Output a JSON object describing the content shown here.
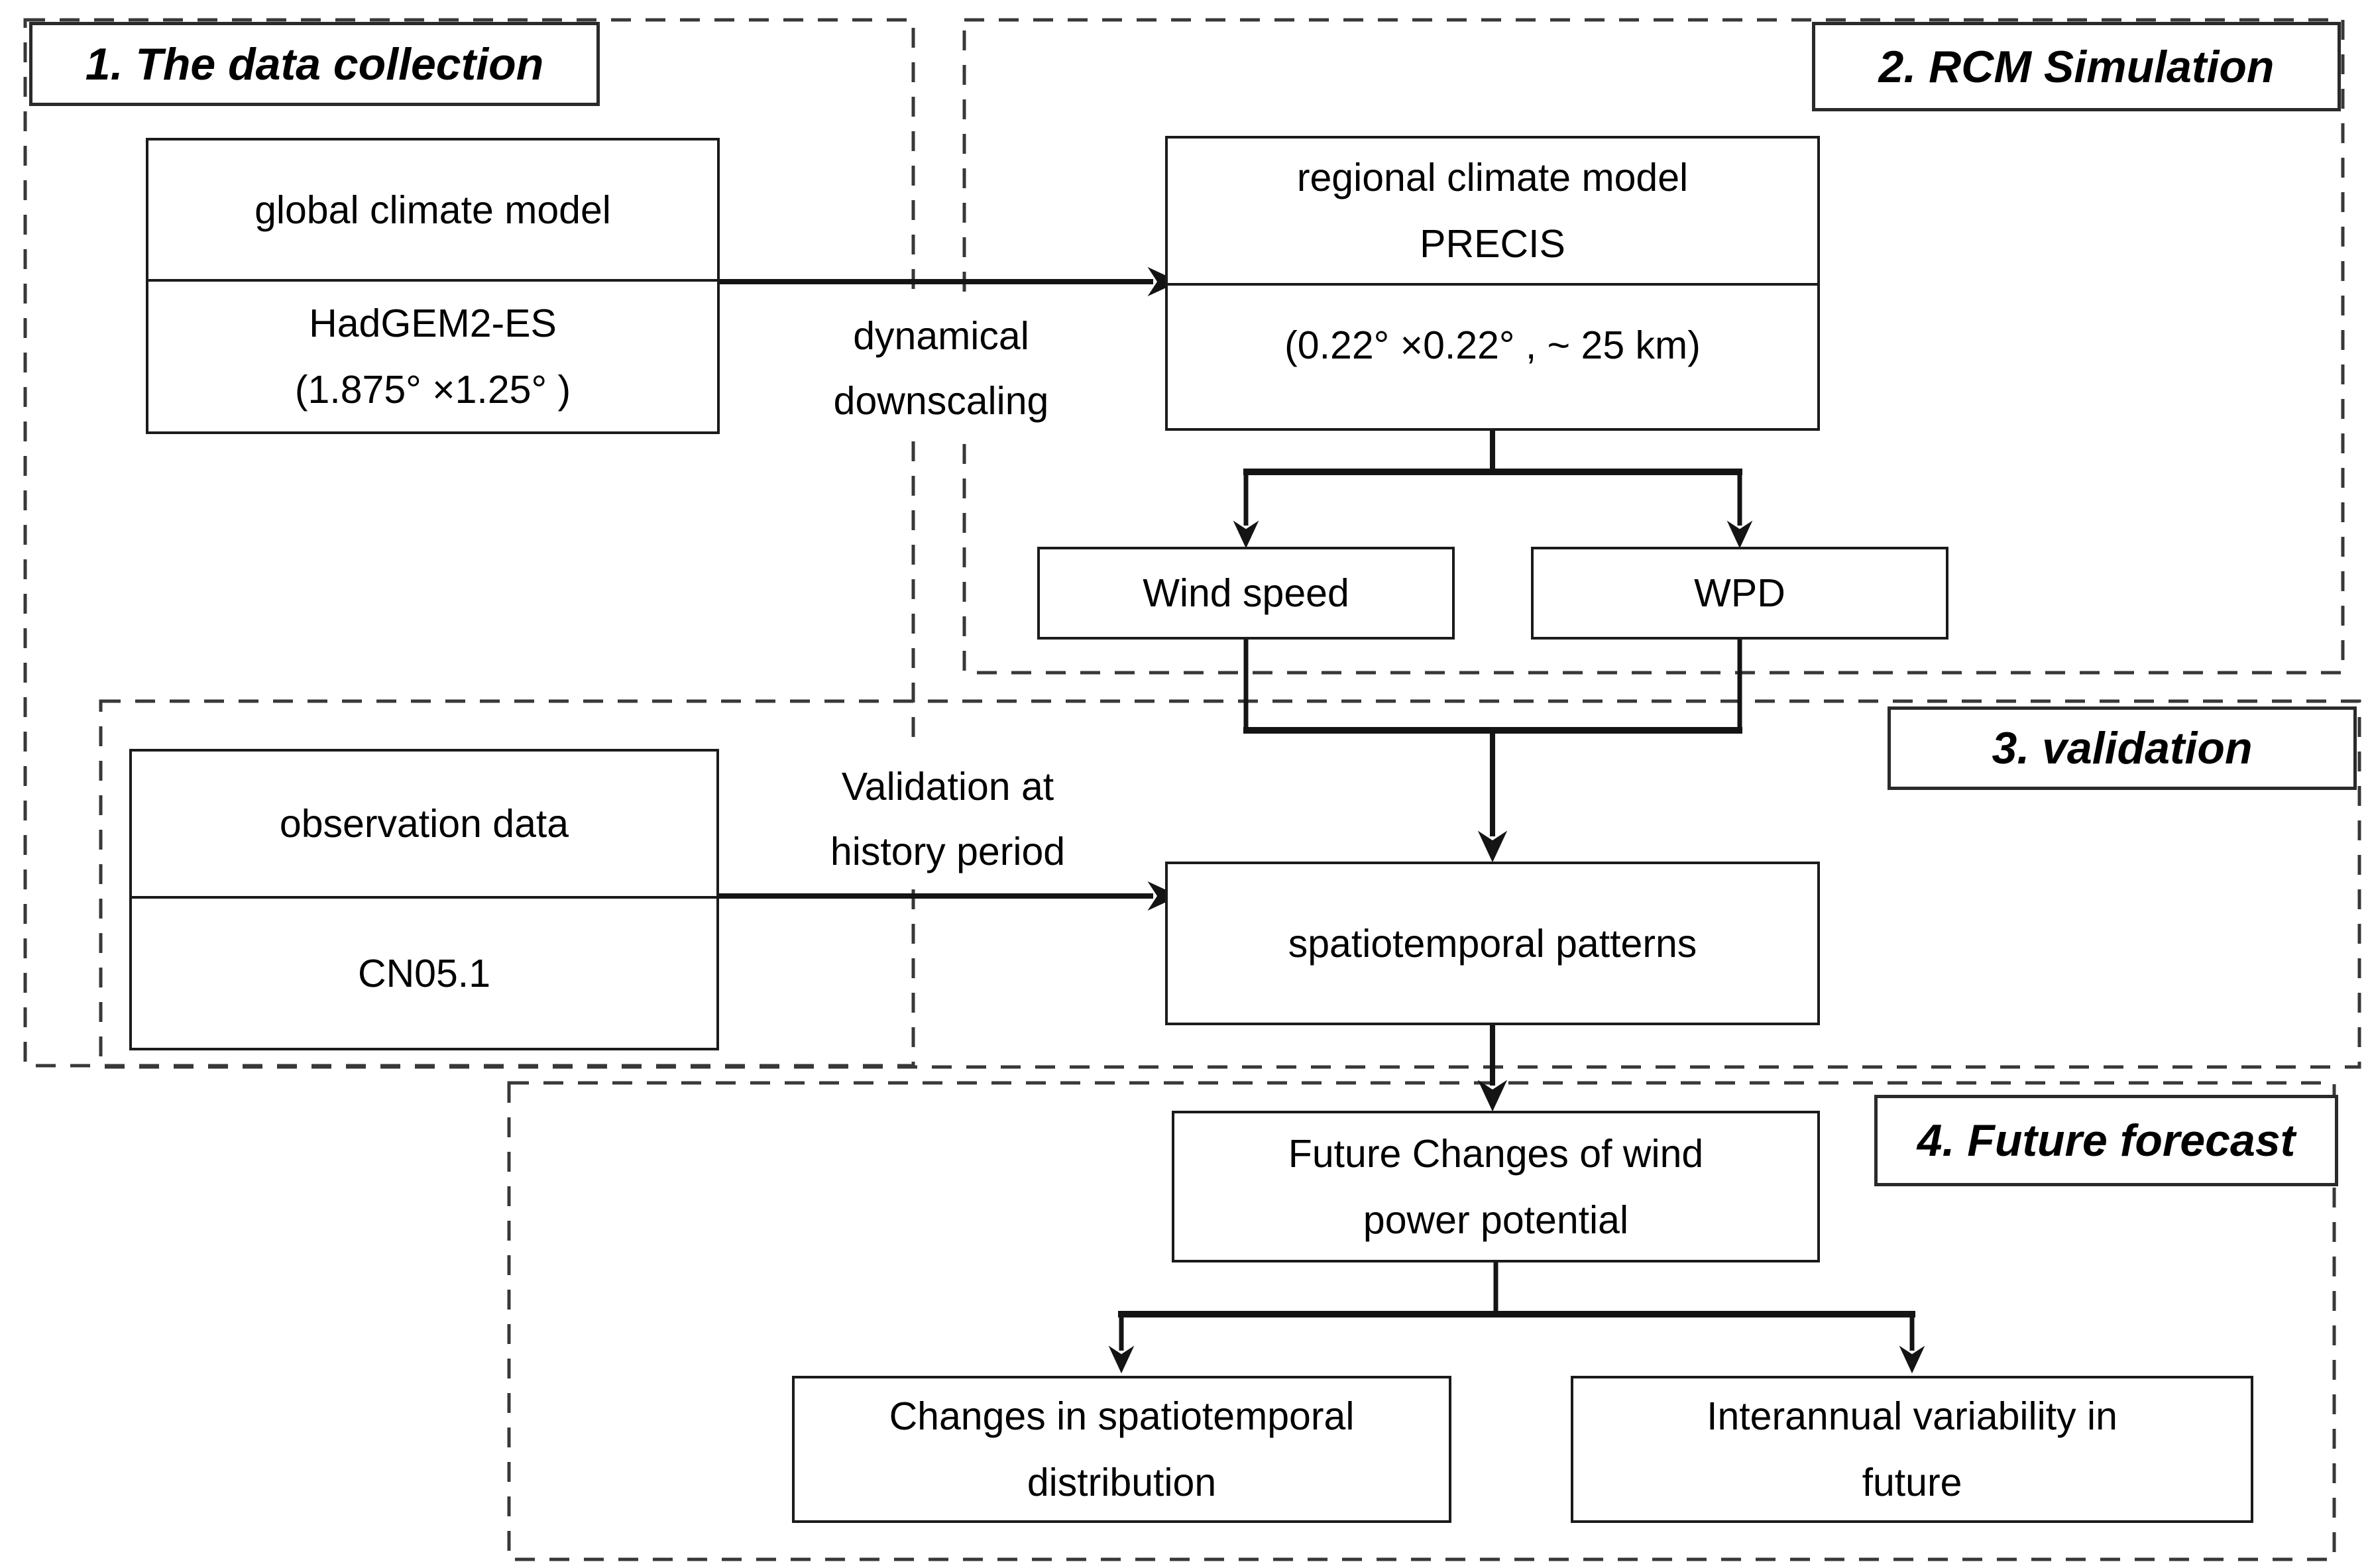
{
  "figure": {
    "background": "#ffffff",
    "line_color": "#141414",
    "dashed_border_color": "#383838"
  },
  "sections": {
    "data_collection": {
      "label": "1. The data collection"
    },
    "rcm_simulation": {
      "label": "2. RCM Simulation"
    },
    "validation": {
      "label": "3. validation"
    },
    "future_forecast": {
      "label": "4. Future forecast"
    }
  },
  "nodes": {
    "global_climate_model": {
      "title": "global climate model",
      "model": "HadGEM2-ES",
      "resolution": "(1.875° ×1.25° )"
    },
    "regional_climate_model": {
      "title": "regional climate model",
      "model": "PRECIS",
      "resolution": "(0.22° ×0.22° , ~ 25 km)"
    },
    "wind_speed": {
      "label": "Wind speed"
    },
    "wpd": {
      "label": "WPD"
    },
    "observation_data": {
      "title": "observation data",
      "dataset": "CN05.1"
    },
    "spatiotemporal_patterns": {
      "label": "spatiotemporal patterns"
    },
    "future_changes": {
      "line1": "Future Changes of wind",
      "line2": "power potential"
    },
    "changes_distribution": {
      "line1": "Changes in spatiotemporal",
      "line2": "distribution"
    },
    "interannual_variability": {
      "line1": "Interannual variability in",
      "line2": "future"
    }
  },
  "edge_labels": {
    "dynamical_downscaling": {
      "line1": "dynamical",
      "line2": "downscaling"
    },
    "validation_history": {
      "line1": "Validation at",
      "line2": "history period"
    }
  },
  "edges": [
    {
      "from": "global_climate_model",
      "to": "regional_climate_model",
      "label": "dynamical downscaling"
    },
    {
      "from": "regional_climate_model",
      "to": "wind_speed"
    },
    {
      "from": "regional_climate_model",
      "to": "wpd"
    },
    {
      "from": "wind_speed",
      "to": "spatiotemporal_patterns"
    },
    {
      "from": "wpd",
      "to": "spatiotemporal_patterns"
    },
    {
      "from": "observation_data",
      "to": "spatiotemporal_patterns",
      "label": "Validation at history period"
    },
    {
      "from": "spatiotemporal_patterns",
      "to": "future_changes"
    },
    {
      "from": "future_changes",
      "to": "changes_distribution"
    },
    {
      "from": "future_changes",
      "to": "interannual_variability"
    }
  ]
}
